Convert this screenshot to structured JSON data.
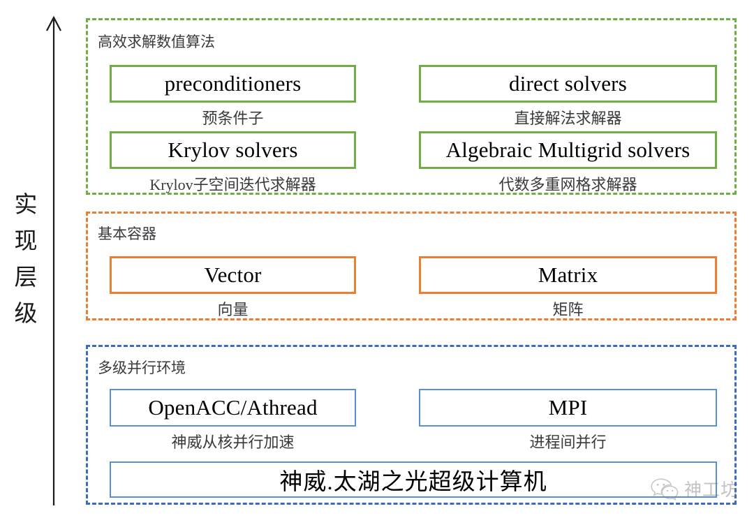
{
  "axis": {
    "label_chars": [
      "实",
      "现",
      "层",
      "级"
    ],
    "label_full": "实现层级",
    "direction": "up"
  },
  "colors": {
    "green": "#70AD47",
    "orange": "#ED7D31",
    "blue": "#4472C4",
    "blue_node": "#5B8FD4",
    "text": "#000000",
    "caption_text": "#3A3A3A"
  },
  "layers": [
    {
      "id": "algorithms",
      "title": "高效求解数值算法",
      "color": "green",
      "nodes": [
        {
          "id": "preconditioners",
          "label": "preconditioners",
          "caption": "预条件子",
          "column": "left",
          "row": 1
        },
        {
          "id": "direct-solvers",
          "label": "direct solvers",
          "caption": "直接解法求解器",
          "column": "right",
          "row": 1
        },
        {
          "id": "krylov-solvers",
          "label": "Krylov solvers",
          "caption": "Krylov子空间迭代求解器",
          "column": "left",
          "row": 2
        },
        {
          "id": "amg-solvers",
          "label": "Algebraic Multigrid solvers",
          "caption": "代数多重网格求解器",
          "column": "right",
          "row": 2
        }
      ]
    },
    {
      "id": "containers",
      "title": "基本容器",
      "color": "orange",
      "nodes": [
        {
          "id": "vector",
          "label": "Vector",
          "caption": "向量",
          "column": "left",
          "row": 1
        },
        {
          "id": "matrix",
          "label": "Matrix",
          "caption": "矩阵",
          "column": "right",
          "row": 1
        }
      ]
    },
    {
      "id": "parallel-environment",
      "title": "多级并行环境",
      "color": "blue",
      "nodes": [
        {
          "id": "openacc-athread",
          "label": "OpenACC/Athread",
          "caption": "神威从核并行加速",
          "column": "left",
          "row": 1
        },
        {
          "id": "mpi",
          "label": "MPI",
          "caption": "进程间并行",
          "column": "right",
          "row": 1
        },
        {
          "id": "sunway-taihulight",
          "label": "神威.太湖之光超级计算机",
          "caption": "",
          "column": "full",
          "row": 2
        }
      ]
    }
  ],
  "watermark": {
    "icon": "wechat-icon",
    "text": "神工坊"
  }
}
